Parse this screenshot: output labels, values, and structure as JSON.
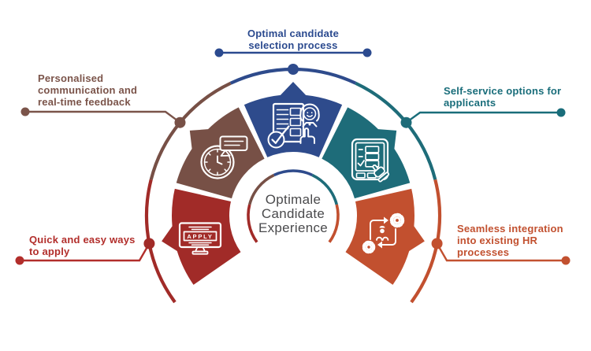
{
  "diagram": {
    "center_title": {
      "lines": [
        "Optimale",
        "Candidate",
        "Experience"
      ],
      "color": "#4A4A4C"
    },
    "segments": [
      {
        "key": "selection",
        "position": "top",
        "color": "#2E4B8C",
        "text_color": "#2B4A8F",
        "icon": "resume-candidate-check-icon",
        "label_lines": [
          "Optimal candidate",
          "selection process"
        ]
      },
      {
        "key": "communication",
        "position": "upper-left",
        "color": "#775046",
        "text_color": "#7B544A",
        "icon": "clock-chat-icon",
        "label_lines": [
          "Personalised",
          "communication and",
          "real-time feedback"
        ]
      },
      {
        "key": "self_service",
        "position": "upper-right",
        "color": "#1E6C79",
        "text_color": "#196D7A",
        "icon": "checklist-kiosk-icon",
        "label_lines": [
          "Self-service options for",
          "applicants"
        ]
      },
      {
        "key": "apply",
        "position": "lower-left",
        "color": "#A12B28",
        "text_color": "#B22E2B",
        "icon": "monitor-apply-icon",
        "label_lines": [
          "Quick and easy ways",
          "to apply"
        ]
      },
      {
        "key": "integration",
        "position": "lower-right",
        "color": "#C2502F",
        "text_color": "#C25130",
        "icon": "gears-process-icon",
        "label_lines": [
          "Seamless integration",
          "into existing HR",
          "processes"
        ]
      }
    ],
    "apply_screen_text": "APPLY"
  }
}
